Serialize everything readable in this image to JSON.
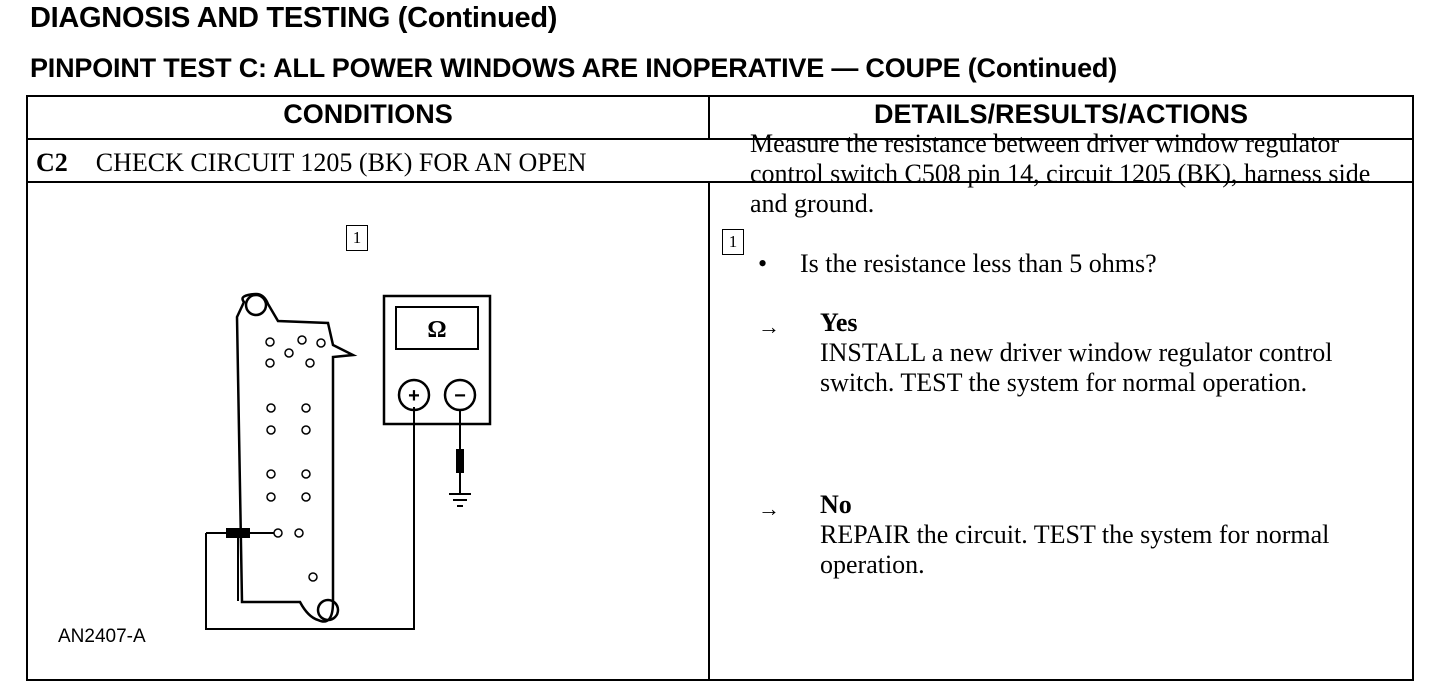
{
  "header": {
    "section_title": "DIAGNOSIS AND TESTING (Continued)",
    "test_title": "PINPOINT TEST C: ALL POWER WINDOWS ARE INOPERATIVE — COUPE (Continued)"
  },
  "table": {
    "col_conditions": "CONDITIONS",
    "col_details": "DETAILS/RESULTS/ACTIONS",
    "step_id": "C2",
    "step_title": "CHECK CIRCUIT 1205 (BK) FOR AN OPEN"
  },
  "figure": {
    "callout": "1",
    "meter_symbol": "Ω",
    "plus_symbol": "+",
    "minus_symbol": "−",
    "figure_id": "AN2407-A"
  },
  "details": {
    "callout": "1",
    "instruction": "Measure the resistance between driver window regulator control switch C508 pin 14, circuit 1205 (BK), harness side and ground.",
    "bullet": "•",
    "question": "Is the resistance less than 5 ohms?",
    "arrow": "→",
    "yes_label": "Yes",
    "yes_action": "INSTALL a new driver window regulator control switch. TEST the system for normal operation.",
    "no_label": "No",
    "no_action": "REPAIR the circuit. TEST the system for normal operation."
  }
}
